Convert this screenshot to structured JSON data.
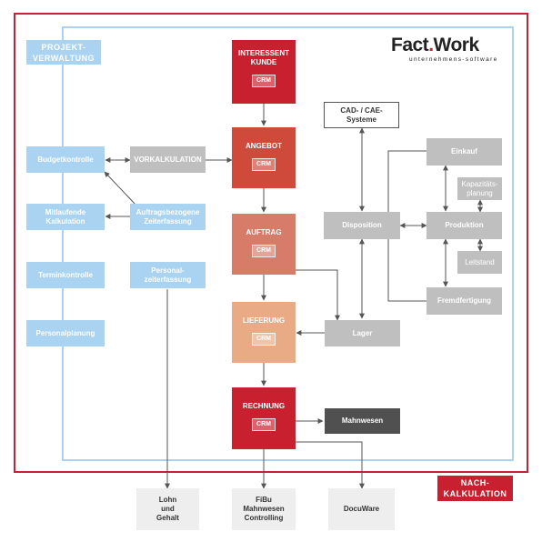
{
  "logo": {
    "brand_part1": "Fact",
    "brand_dot": ".",
    "brand_part2": "Work",
    "tagline": "unternehmens-software"
  },
  "labels": {
    "project": "PROJEKT-\nVERWALTUNG",
    "nachkalkulation": "NACH-\nKALKULATION"
  },
  "left_column": {
    "budget": "Budgetkontrolle",
    "mitlaufende": "Mitlaufende\nKalkulation",
    "termin": "Terminkontrolle",
    "personal": "Personalplanung"
  },
  "middle_left": {
    "vorkalkulation": "VORKALKULATION",
    "auftragsbezogene": "Auftragsbezogene\nZeiterfassung",
    "personalzeit": "Personal-\nzeiterfassung"
  },
  "main_flow": [
    {
      "label": "INTERESSENT\nKUNDE",
      "badge": "CRM",
      "color": "#c8202f"
    },
    {
      "label": "ANGEBOT",
      "badge": "CRM",
      "color": "#cf4a3b"
    },
    {
      "label": "AUFTRAG",
      "badge": "CRM",
      "color": "#d87c6a"
    },
    {
      "label": "LIEFERUNG",
      "badge": "CRM",
      "color": "#e8ab86"
    },
    {
      "label": "RECHNUNG",
      "badge": "CRM",
      "color": "#c8202f"
    }
  ],
  "right_side": {
    "cad": "CAD- / CAE-\nSysteme",
    "disposition": "Disposition",
    "einkauf": "Einkauf",
    "kapazitaet": "Kapazitäts-\nplanung",
    "produktion": "Produktion",
    "leitstand": "Leitstand",
    "fremdfertigung": "Fremdfertigung",
    "lager": "Lager",
    "mahnwesen": "Mahnwesen"
  },
  "bottom": {
    "lohn": "Lohn\nund\nGehalt",
    "fibu": "FiBu\nMahnwesen\nControlling",
    "docuware": "DocuWare"
  },
  "colors": {
    "red": "#c8202f",
    "blue": "#a9d3f0",
    "grey": "#bfbfbf",
    "dark": "#505050",
    "line": "#555555"
  }
}
